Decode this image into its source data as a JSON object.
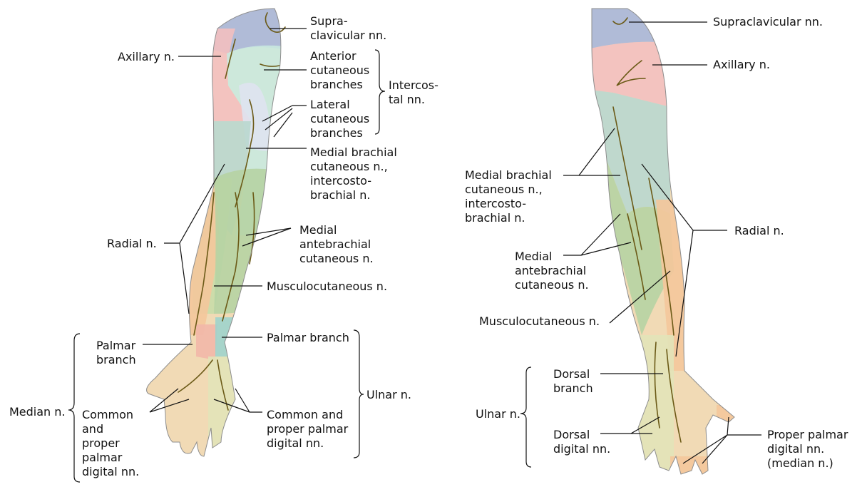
{
  "colors": {
    "supraclavicular": "#a9b7da",
    "axillary": "#f3c0c0",
    "intercostal": "#c9e9df",
    "medial_brachial": "#b9d7cf",
    "medial_antebrachial": "#b6d3a3",
    "radial": "#f4c79b",
    "musculocutaneous": "#c9dba9",
    "median": "#f0d6ad",
    "ulnar": "#e2e3b8",
    "palmar_branch": "#f2b7a8",
    "ulnar_palmar": "#9fd3cc",
    "nerve": "#6b5a17"
  },
  "anterior": {
    "supraclavicular": "Supra-\nclavicular nn.",
    "axillary": "Axillary n.",
    "anterior_cutaneous": "Anterior\ncutaneous\nbranches",
    "intercostal": "Intercos-\ntal nn.",
    "lateral_cutaneous": "Lateral\ncutaneous\nbranches",
    "medial_brachial": "Medial brachial\ncutaneous n.,\nintercosto-\nbrachial n.",
    "radial": "Radial n.",
    "medial_antebrachial": "Medial\nantebrachial\ncutaneous n.",
    "musculocutaneous": "Musculocutaneous n.",
    "palmar_branch_median": "Palmar\nbranch",
    "palmar_branch_ulnar": "Palmar branch",
    "median": "Median n.",
    "ulnar": "Ulnar n.",
    "common_left": "Common\nand\nproper\npalmar\ndigital nn.",
    "common_right": "Common and\nproper palmar\ndigital nn."
  },
  "posterior": {
    "supraclavicular": "Supraclavicular nn.",
    "axillary": "Axillary n.",
    "medial_brachial": "Medial brachial\ncutaneous n.,\nintercosto-\nbrachial n.",
    "radial": "Radial n.",
    "medial_antebrachial": "Medial\nantebrachial\ncutaneous n.",
    "musculocutaneous": "Musculocutaneous n.",
    "ulnar": "Ulnar n.",
    "dorsal_branch": "Dorsal\nbranch",
    "dorsal_digital": "Dorsal\ndigital nn.",
    "proper_palmar": "Proper palmar\ndigital nn.\n(median n.)"
  }
}
